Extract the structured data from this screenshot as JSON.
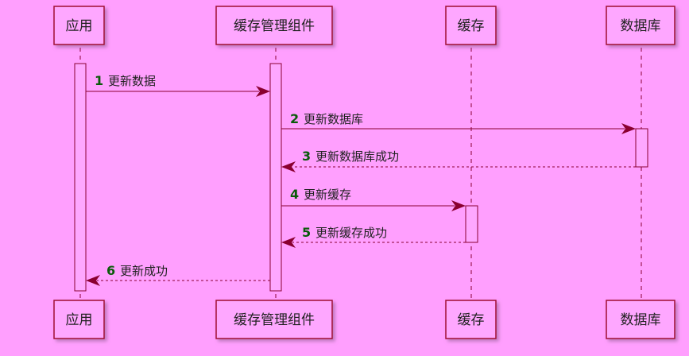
{
  "participants": [
    {
      "id": "app",
      "label": "应用"
    },
    {
      "id": "cache_mgr",
      "label": "缓存管理组件"
    },
    {
      "id": "cache",
      "label": "缓存"
    },
    {
      "id": "db",
      "label": "数据库"
    }
  ],
  "messages": [
    {
      "num": "1",
      "text": "更新数据",
      "from": "app",
      "to": "cache_mgr",
      "style": "solid"
    },
    {
      "num": "2",
      "text": "更新数据库",
      "from": "cache_mgr",
      "to": "db",
      "style": "solid"
    },
    {
      "num": "3",
      "text": "更新数据库成功",
      "from": "db",
      "to": "cache_mgr",
      "style": "dashed"
    },
    {
      "num": "4",
      "text": "更新缓存",
      "from": "cache_mgr",
      "to": "cache",
      "style": "solid"
    },
    {
      "num": "5",
      "text": "更新缓存成功",
      "from": "cache",
      "to": "cache_mgr",
      "style": "dashed"
    },
    {
      "num": "6",
      "text": "更新成功",
      "from": "cache_mgr",
      "to": "app",
      "style": "dashed"
    }
  ],
  "colors": {
    "background": "#ff9ffe",
    "box_border": "#a01030",
    "box_fill": "#fea7ff",
    "arrow": "#8a0030",
    "number": "#0a5a0a"
  }
}
